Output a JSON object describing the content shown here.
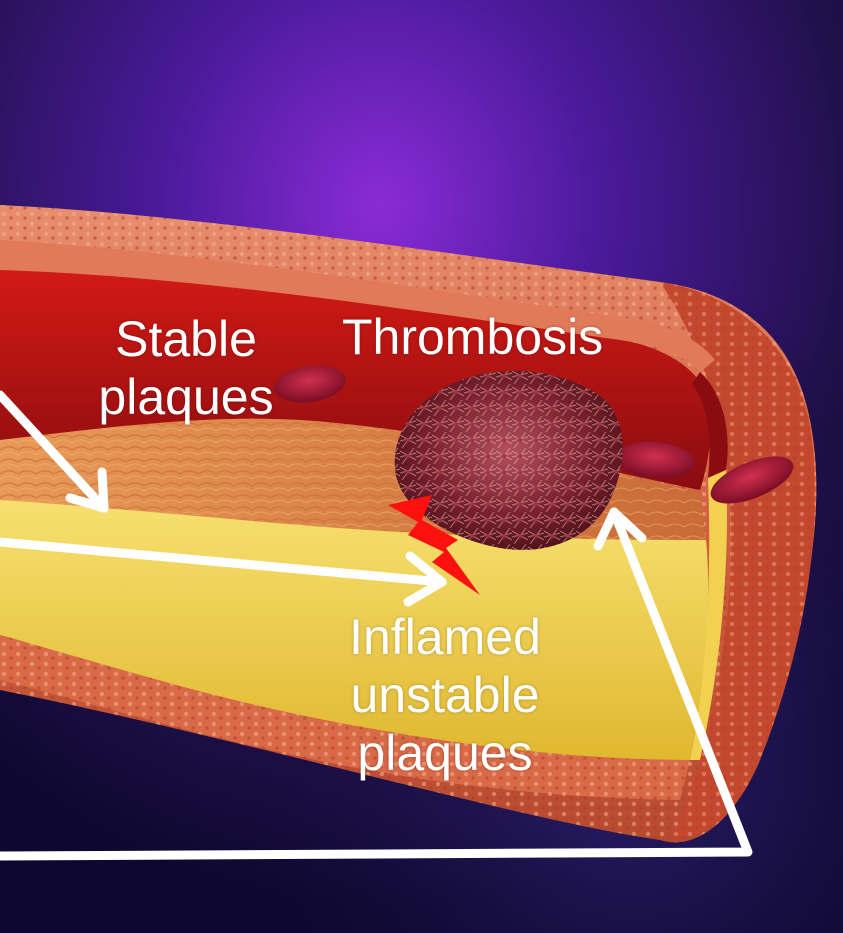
{
  "labels": {
    "stable": [
      "Stable",
      "plaques"
    ],
    "thrombosis": "Thrombosis",
    "inflamed": [
      "Inflamed",
      "unstable",
      "plaques"
    ]
  },
  "colors": {
    "background_deep": "#1a0a4a",
    "background_glow": "#7a1fc4",
    "vessel_wall": "#c8553a",
    "vessel_wall_light": "#e08a6a",
    "lumen_blood": "#b8141a",
    "plaque_yellow": "#f2d64a",
    "plaque_fibrous": "#e08a44",
    "thrombus": "#7a2030",
    "red_blood_cell": "#9a1030",
    "rupture_bolt": "#ff1010",
    "arrow": "#ffffff",
    "label_text": "#ffffff"
  },
  "icons": {
    "rupture": "lightning-bolt-icon"
  }
}
